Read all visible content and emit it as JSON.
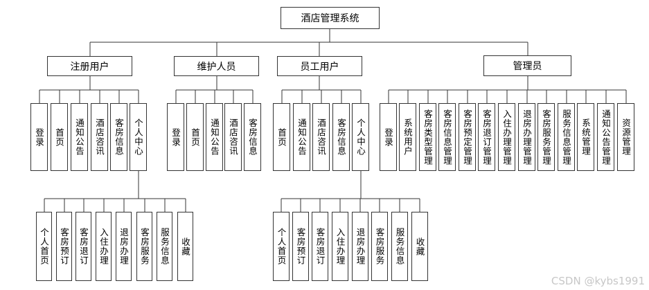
{
  "root": "酒店管理系统",
  "groups": [
    {
      "title": "注册用户",
      "children": [
        "登录",
        "首页",
        "通知公告",
        "酒店咨讯",
        "客房信息",
        "个人中心"
      ]
    },
    {
      "title": "维护人员",
      "children": [
        "登录",
        "首页",
        "通知公告",
        "酒店咨讯",
        "客房信息"
      ]
    },
    {
      "title": "员工用户",
      "children": [
        "首页",
        "通知公告",
        "酒店咨讯",
        "客房信息",
        "个人中心"
      ]
    },
    {
      "title": "管理员",
      "children": [
        "登录",
        "系统用户",
        "客房类型管理",
        "客房信息管理",
        "客房预定管理",
        "客房退订管理",
        "入住办理管理",
        "退房办理管理",
        "客房服务管理",
        "服务信息管理",
        "系统管理",
        "通知公告管理",
        "资源管理"
      ]
    }
  ],
  "subgroups": [
    {
      "parent": "注册用户 / 个人中心",
      "children": [
        "个人首页",
        "客房预订",
        "客房退订",
        "入住办理",
        "退房办理",
        "客房服务",
        "服务信息",
        "收藏"
      ]
    },
    {
      "parent": "员工用户 / 个人中心",
      "children": [
        "个人首页",
        "客房预订",
        "客房退订",
        "入住办理",
        "退房办理",
        "客房服务",
        "服务信息",
        "收藏"
      ]
    }
  ],
  "watermark": "CSDN @kybs1991",
  "colors": {
    "line": "#333333",
    "box_border": "#333333",
    "watermark": "#c7c7c7"
  }
}
